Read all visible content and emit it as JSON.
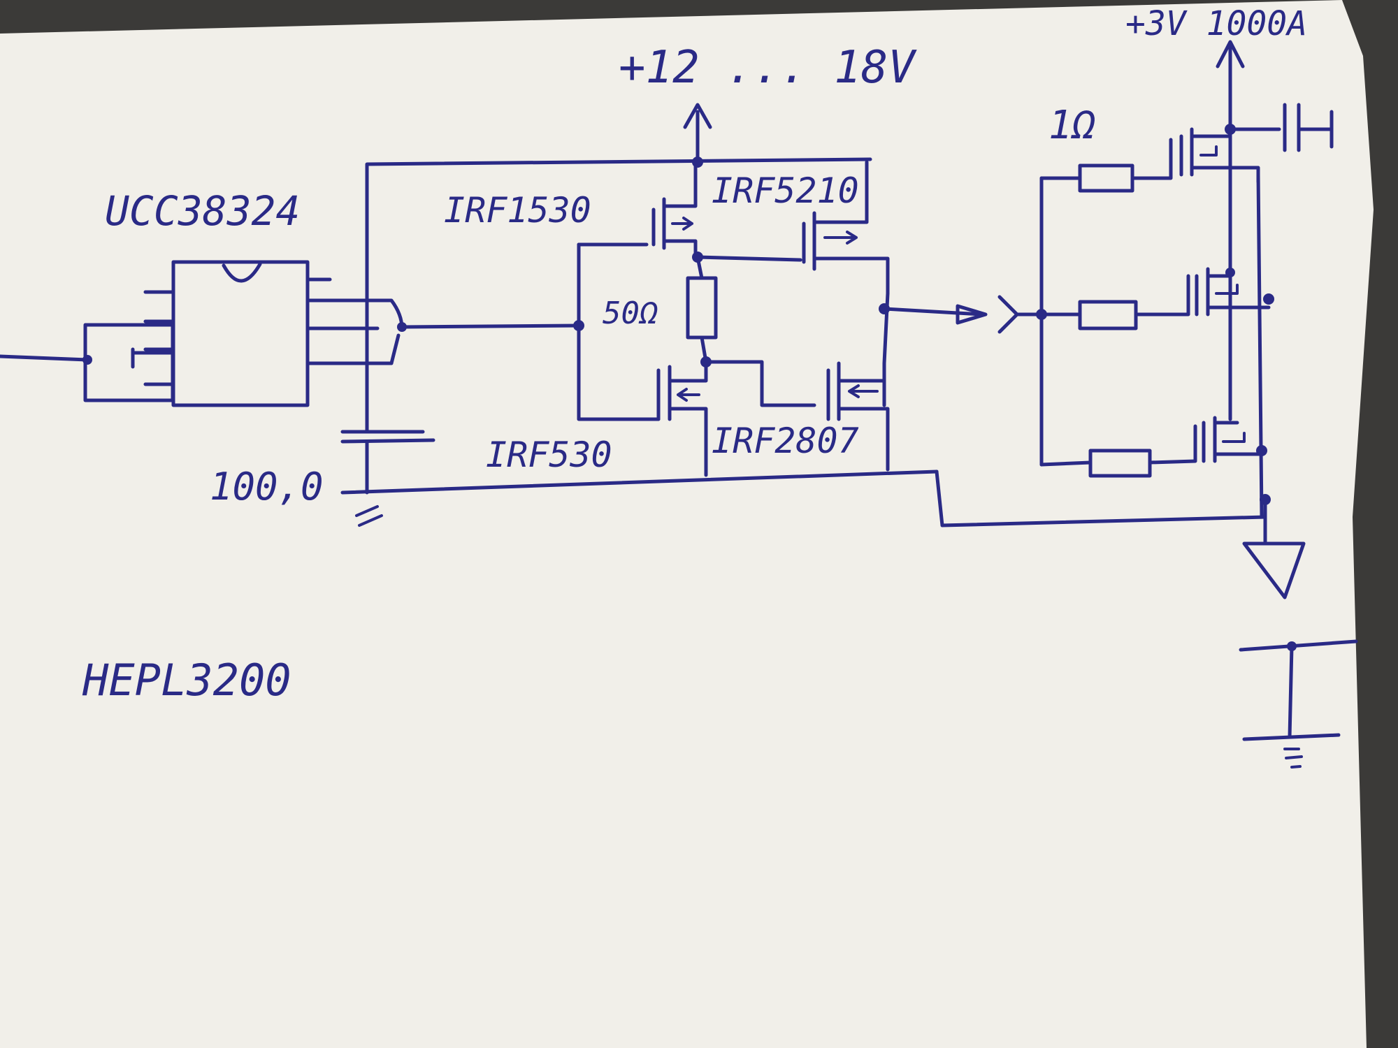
{
  "labels": {
    "chip": "UCC38324",
    "supply_main": "+12 ... 18V",
    "supply_out": "+3V 1000A",
    "q_top_left": "IRF1530",
    "q_top_right": "IRF5210",
    "q_bot_left": "IRF530",
    "q_bot_right": "IRF2807",
    "res_gate": "50Ω",
    "res_out": "1Ω",
    "cap": "100,0",
    "note": "HEPL3200"
  },
  "colors": {
    "ink": "#2a2a86",
    "paper": "#f1efe9",
    "background": "#3b3a38"
  }
}
